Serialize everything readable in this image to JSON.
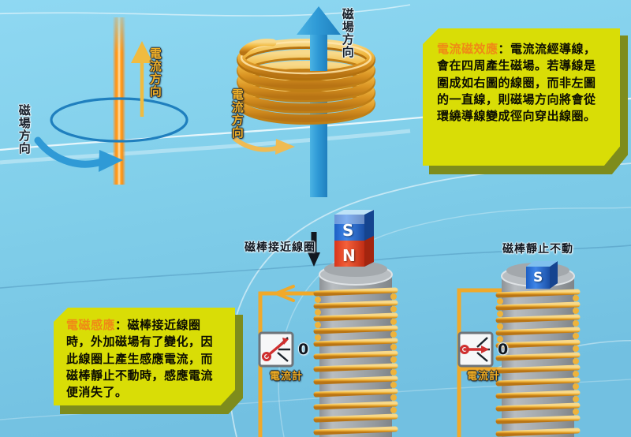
{
  "meta": {
    "title": "電流磁效應與電磁感應",
    "bg_color": "#80cfea",
    "callout_color": "#d9dd06",
    "callout_shadow": "#7e8c1c",
    "heading_color": "#ef8a16",
    "wire_gold": "#f0a92a",
    "field_blue": "#2f93d0"
  },
  "top_section": {
    "straight_wire": {
      "current_label": "電流方向",
      "field_label": "磁場方向"
    },
    "coil": {
      "current_label": "電流方向",
      "field_label": "磁場方向"
    },
    "callout": {
      "heading": "電流磁效應",
      "separator": "：",
      "lines": [
        "電流流經導",
        "線，會在四周產生磁場。若",
        "導線是圍成如右圖的線圈，",
        "而非左圖的一直線，則磁場",
        "方向將會從環繞導線變成徑",
        "向穿出線圈。"
      ],
      "full_text": "電流磁效應：電流流經導線，會在四周產生磁場。若導線是圍成如右圖的線圈，而非左圖的一直線，則磁場方向將會從環繞導線變成徑向穿出線圈。"
    }
  },
  "bottom_section": {
    "callout": {
      "heading": "電磁感應",
      "separator": "：",
      "lines": [
        "磁棒接近線圈",
        "時，外加磁場有了變化，因",
        "此線圈上產生感應電流，而",
        "磁棒靜止不動時，感應電流",
        "便消失了。"
      ],
      "full_text": "電磁感應：磁棒接近線圈時，外加磁場有了變化，因此線圈上產生感應電流，而磁棒靜止不動時，感應電流便消失了。"
    },
    "experiments": [
      {
        "id": "approaching",
        "caption": "磁棒接近線圈",
        "magnet": {
          "top_pole": "S",
          "bottom_pole": "N"
        },
        "ammeter": {
          "label": "電流計",
          "reading": "0",
          "needle": "deflected"
        }
      },
      {
        "id": "stationary",
        "caption": "磁棒靜止不動",
        "magnet": {
          "top_pole": "S",
          "bottom_pole": ""
        },
        "ammeter": {
          "label": "電流計",
          "reading": "0",
          "needle": "zero"
        }
      }
    ]
  }
}
